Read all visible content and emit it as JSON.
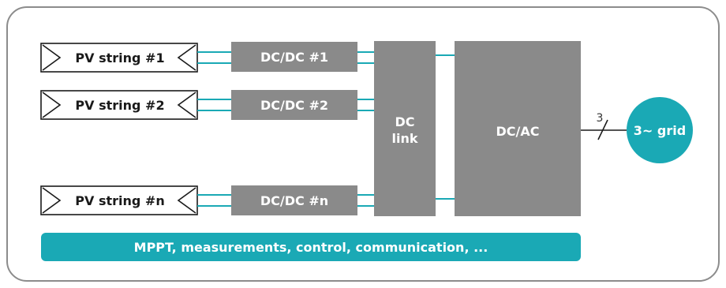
{
  "colors": {
    "block": "#8a8a8a",
    "accent": "#1aa9b5",
    "frame": "#8c8c8c",
    "text_dark": "#1a1a1a",
    "text_light": "#ffffff"
  },
  "pv_strings": [
    {
      "label": "PV string #1"
    },
    {
      "label": "PV string #2"
    },
    {
      "label": "PV string #n"
    }
  ],
  "dcdc": [
    {
      "label": "DC/DC #1"
    },
    {
      "label": "DC/DC #2"
    },
    {
      "label": "DC/DC #n"
    }
  ],
  "dc_link": {
    "line1": "DC",
    "line2": "link"
  },
  "dcac": {
    "label": "DC/AC"
  },
  "phase_count": "3",
  "grid": {
    "label": "3~ grid"
  },
  "mppt_bar": {
    "label": "MPPT, measurements, control, communication, ..."
  }
}
